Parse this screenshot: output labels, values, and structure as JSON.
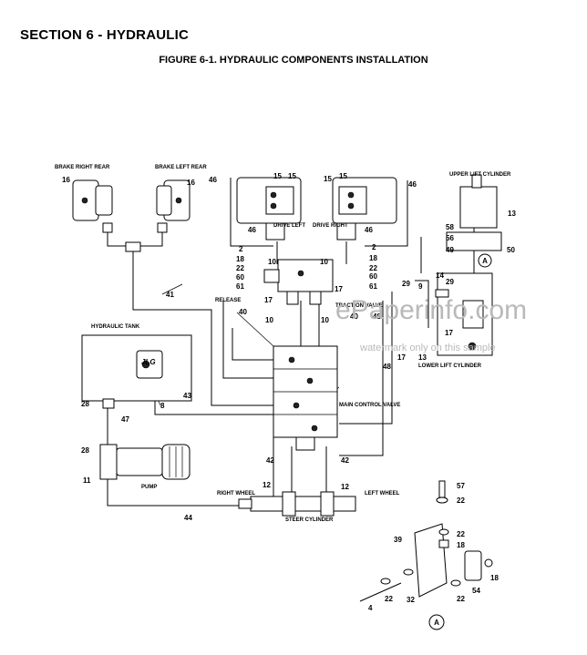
{
  "header": {
    "section": "SECTION 6 - HYDRAULIC",
    "figure": "FIGURE 6-1. HYDRAULIC COMPONENTS INSTALLATION"
  },
  "labels": {
    "brake_right_rear": "BRAKE RIGHT REAR",
    "brake_left_rear": "BRAKE LEFT REAR",
    "upper_lift_cylinder": "UPPER LIFT CYLINDER",
    "drive_left": "DRIVE LEFT",
    "drive_right": "DRIVE RIGHT",
    "release": "RELEASE",
    "traction_valve": "TRACTION VALVE",
    "hydraulic_tank": "HYDRAULIC TANK",
    "main_control_valve": "MAIN CONTROL VALVE",
    "lower_lift_cylinder": "LOWER LIFT CYLINDER",
    "pump": "PUMP",
    "right_wheel": "RIGHT WHEEL",
    "left_wheel": "LEFT WHEEL",
    "steer_cylinder": "STEER CYLINDER",
    "detail_a": "A",
    "tank_logo": "JLG"
  },
  "callouts": {
    "brake_r_16": "16",
    "brake_l_16": "16",
    "drv_l_15a": "15",
    "drv_l_15b": "15",
    "drv_r_15a": "15",
    "drv_r_15b": "15",
    "n46_left_top": "46",
    "n46_right_top": "46",
    "n46_left_mid": "46",
    "n46_right_mid": "46",
    "l_2": "2",
    "l_18": "18",
    "l_22": "22",
    "l_60": "60",
    "l_61": "61",
    "r_2": "2",
    "r_18": "18",
    "r_22": "22",
    "r_60": "60",
    "r_61": "61",
    "n10_a": "10",
    "n10_b": "10",
    "n10_c": "10",
    "n10_d": "10",
    "n17_a": "17",
    "n17_b": "17",
    "n17_c": "17",
    "n17_d": "17",
    "n41": "41",
    "n40_a": "40",
    "n40_b": "40",
    "n48_a": "48",
    "n48_b": "48",
    "n29_a": "29",
    "n29_b": "29",
    "n9": "9",
    "n14": "14",
    "n13_a": "13",
    "n13_b": "13",
    "n58": "58",
    "n56": "56",
    "n49": "49",
    "n50": "50",
    "n8": "8",
    "n43": "43",
    "n28_a": "28",
    "n28_b": "28",
    "n47": "47",
    "n11": "11",
    "n44": "44",
    "n42_a": "42",
    "n42_b": "42",
    "n12_a": "12",
    "n12_b": "12",
    "n57": "57",
    "n22_a": "22",
    "n22_b": "22",
    "n22_c": "22",
    "n22_d": "22",
    "n18_a": "18",
    "n18_b": "18",
    "n39": "39",
    "n54": "54",
    "n32": "32",
    "n4": "4"
  },
  "watermark": {
    "site": "ePaperinfo.com",
    "note": "watermark only on this sample"
  }
}
